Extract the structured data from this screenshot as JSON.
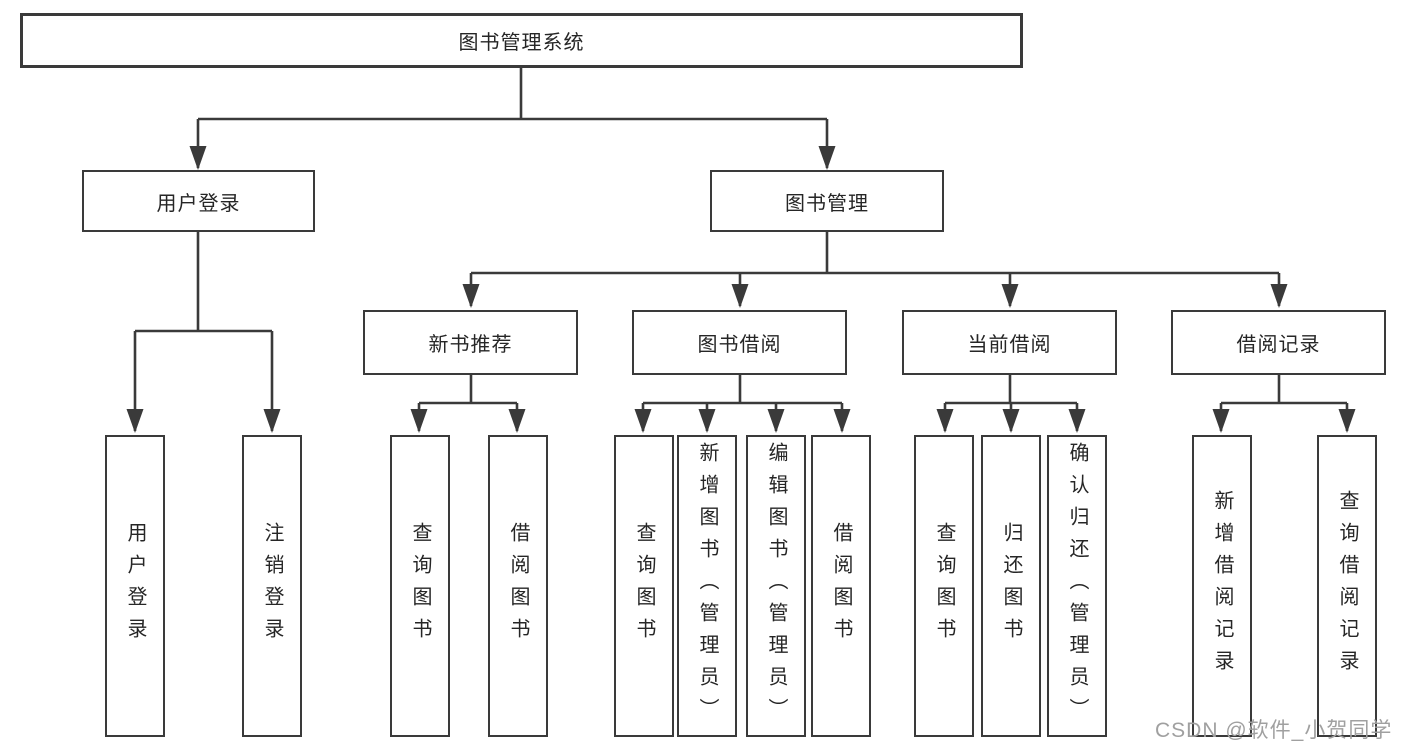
{
  "tree": {
    "label": "图书管理系统",
    "children": [
      {
        "label": "用户登录",
        "children": [
          {
            "label": "用户登录"
          },
          {
            "label": "注销登录"
          }
        ]
      },
      {
        "label": "图书管理",
        "children": [
          {
            "label": "新书推荐",
            "children": [
              {
                "label": "查询图书"
              },
              {
                "label": "借阅图书"
              }
            ]
          },
          {
            "label": "图书借阅",
            "children": [
              {
                "label": "查询图书"
              },
              {
                "label": "新增图书（管理员）"
              },
              {
                "label": "编辑图书（管理员）"
              },
              {
                "label": "借阅图书"
              }
            ]
          },
          {
            "label": "当前借阅",
            "children": [
              {
                "label": "查询图书"
              },
              {
                "label": "归还图书"
              },
              {
                "label": "确认归还（管理员）"
              }
            ]
          },
          {
            "label": "借阅记录",
            "children": [
              {
                "label": "新增借阅记录"
              },
              {
                "label": "查询借阅记录"
              }
            ]
          }
        ]
      }
    ]
  },
  "watermark": {
    "text": "CSDN @软件_小贺同学"
  },
  "colors": {
    "line": "#3a3a3a",
    "box_border": "#3a3a3a",
    "box_fill": "#ffffff",
    "text": "#262626",
    "watermark": "#a0a0a0",
    "background": "#ffffff"
  }
}
